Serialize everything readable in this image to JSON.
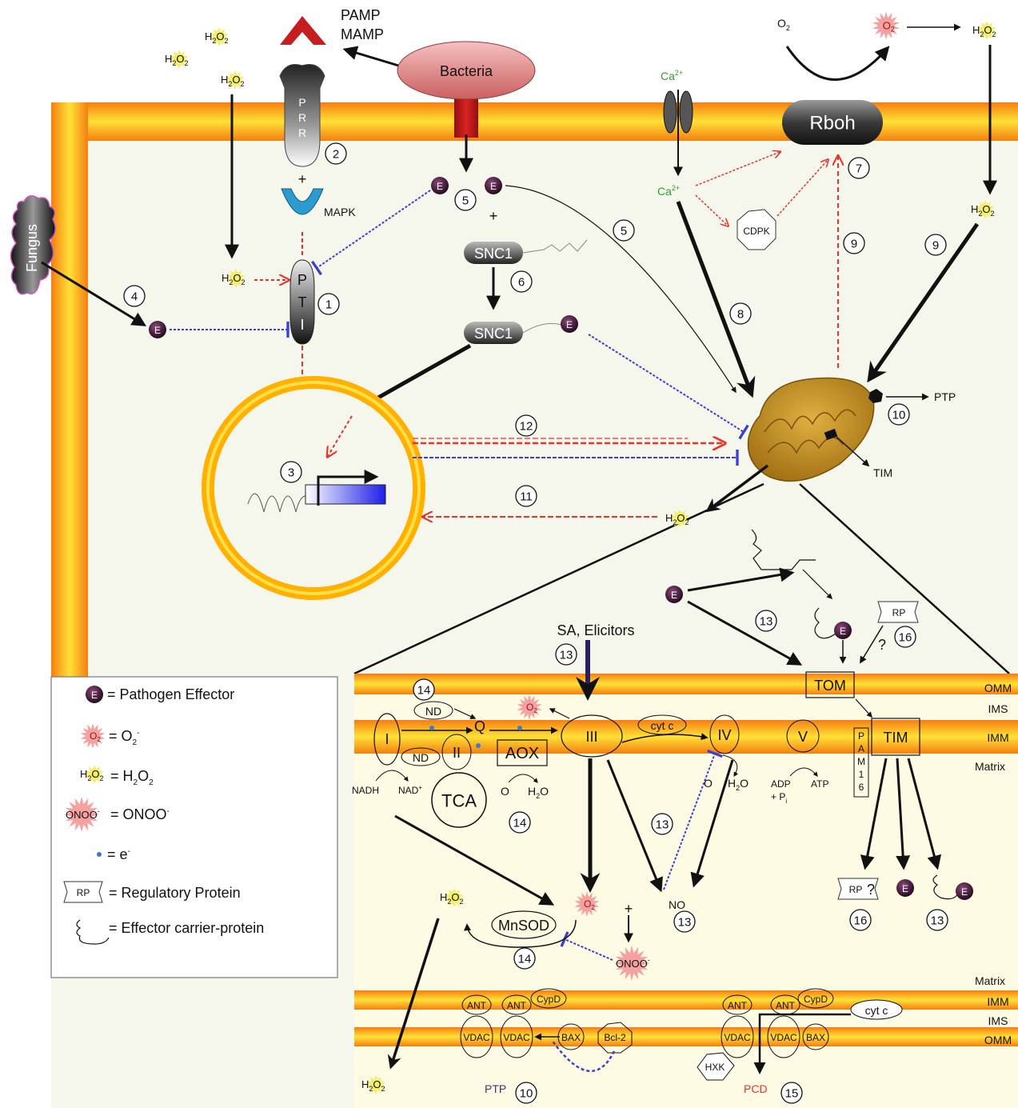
{
  "colors": {
    "membrane_outer": "#f39c12",
    "membrane_inner": "#ffd23f",
    "cytoplasm": "#f6f7ec",
    "matrix": "#fdfbe3",
    "signal_red": "#e8322c",
    "signal_blue": "#3b3fd6",
    "effector": "#4a1a3a",
    "superoxide": "#f6a0a0",
    "h2o2": "#f4ee6a",
    "rboh_dark": "#2a2a2a",
    "nucleus_ring": "#ffb000"
  },
  "top": {
    "pamp": "PAMP",
    "mamp": "MAMP",
    "bacteria": "Bacteria",
    "o2": "O",
    "o2_sub": "2",
    "rboh": "Rboh",
    "fungus": "Fungus",
    "ca": "Ca",
    "ca_sup": "2+"
  },
  "cytoplasm": {
    "prr": [
      "P",
      "R",
      "R"
    ],
    "mapk": "MAPK",
    "pti": [
      "P",
      "T",
      "I"
    ],
    "plus": "+",
    "snc1": "SNC1",
    "cdpk": "CDPK",
    "e": "E",
    "ptp": "PTP",
    "tim": "TIM"
  },
  "h2o2": {
    "h": "H",
    "two": "2",
    "o": "O"
  },
  "steps": [
    "1",
    "2",
    "3",
    "4",
    "5",
    "6",
    "7",
    "8",
    "9",
    "10",
    "11",
    "12",
    "13",
    "14",
    "15",
    "16"
  ],
  "mito": {
    "omm": "OMM",
    "ims": "IMS",
    "imm": "IMM",
    "matrix": "Matrix",
    "sa_elicitors": "SA, Elicitors",
    "tom": "TOM",
    "tim": "TIM",
    "pam16": [
      "P",
      "A",
      "M",
      "1",
      "6"
    ],
    "rp": "RP",
    "question": "?",
    "nd": "ND",
    "q": "Q",
    "complex_i": "I",
    "complex_ii": "II",
    "complex_iii": "III",
    "complex_iv": "IV",
    "complex_v": "V",
    "cytc": "cyt c",
    "aox": "AOX",
    "tca": "TCA",
    "nadh": "NADH",
    "nad": "NAD",
    "nad_sup": "+",
    "o2": "O",
    "h2o": "H",
    "h2o_o": "O",
    "adp": "ADP",
    "pi": "+ P",
    "pi_sub": "i",
    "atp": "ATP",
    "no": "NO",
    "mnsod": "MnSOD",
    "plus": "+",
    "onoo": "ONOO",
    "onoo_sup": "-",
    "ant": "ANT",
    "cypd": "CypD",
    "vdac": "VDAC",
    "bax": "BAX",
    "bcl2": "Bcl-2",
    "hxk": "HXK",
    "ptp": "PTP",
    "pcd": "PCD"
  },
  "legend": {
    "effector": "= Pathogen Effector",
    "superoxide": "= O",
    "superoxide_sub": "2",
    "superoxide_sup": "-",
    "h2o2": "= H",
    "h2o2_o": "O",
    "onoo": "ONOO",
    "onoo_eq": "= ONOO",
    "electron": "= e",
    "electron_sup": "-",
    "rp": "RP",
    "rp_label": "= Regulatory Protein",
    "carrier": "= Effector carrier-protein"
  }
}
